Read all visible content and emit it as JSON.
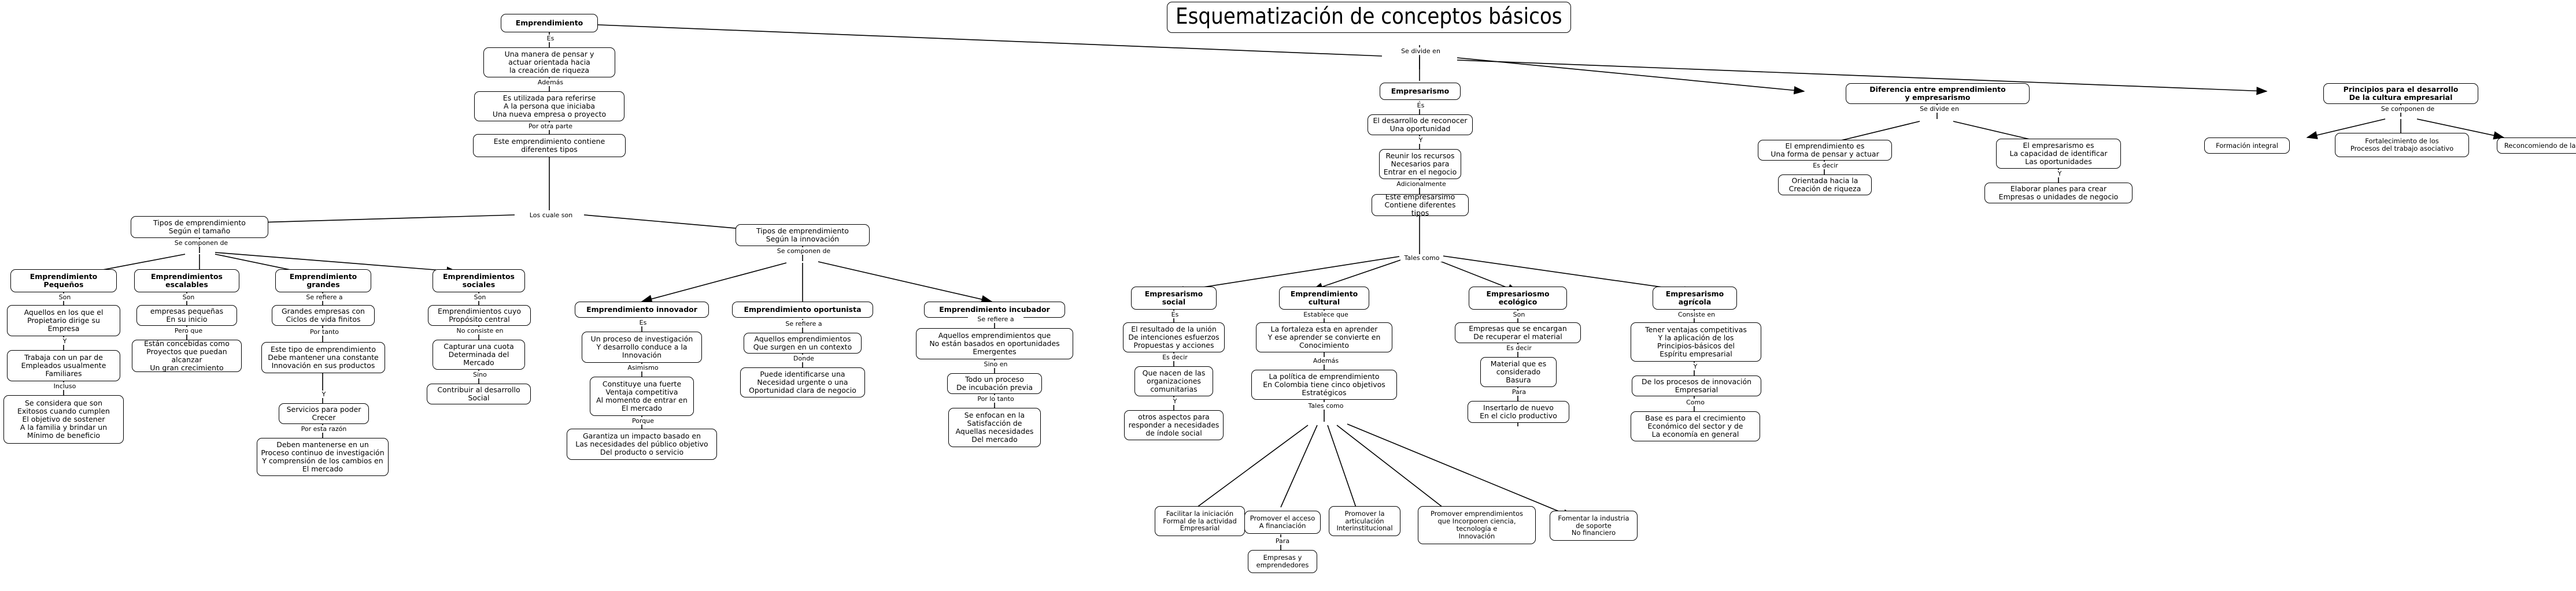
{
  "title": "Esquematización de conceptos básicos",
  "root": {
    "divide_label": "Se divide en"
  },
  "branches": {
    "emprendimiento": {
      "title": "Emprendimiento",
      "chain": [
        {
          "label": "Es",
          "text": "Una manera de pensar y\nactuar orientada hacia\nla creación de riqueza"
        },
        {
          "label": "Además",
          "text": "Es utilizada para referirse\nA la persona que iniciaba\nUna nueva empresa o proyecto"
        },
        {
          "label": "Por otra parte",
          "text": "Este emprendimiento contiene\ndiferentes tipos"
        }
      ],
      "split_label": "Los cuale son"
    },
    "tipos_tamano": {
      "title": "Tipos de emprendimiento\nSegún el tamaño",
      "split_label": "Se componen de",
      "columns": [
        {
          "title": "Emprendimiento\nPequeños",
          "chain": [
            {
              "label": "Son",
              "text": "Aquellos en los que el\nPropietario dirige su\nEmpresa"
            },
            {
              "label": "Y",
              "text": "Trabaja con un par de\nEmpleados usualmente\nFamiliares"
            },
            {
              "label": "Incluso",
              "text": "Se considera que son\nExitosos cuando cumplen\nEl objetivo de sostener\nA la familia y brindar un\nMínimo de beneficio"
            }
          ]
        },
        {
          "title": "Emprendimientos\nescalables",
          "chain": [
            {
              "label": "Son",
              "text": "empresas pequeñas\nEn su inicio"
            },
            {
              "label": "Pero que",
              "text": "Están concebidas como\nProyectos que puedan alcanzar\nUn gran crecimiento"
            }
          ]
        },
        {
          "title": "Emprendimiento\ngrandes",
          "chain": [
            {
              "label": "Se refiere a",
              "text": "Grandes empresas con\nCiclos de vida finitos"
            },
            {
              "label": "Por tanto",
              "text": "Este tipo de emprendimiento\nDebe mantener una constante\nInnovación en sus productos"
            },
            {
              "label": "Y",
              "text": "Servicios para poder\nCrecer"
            },
            {
              "label": "Por esta razón",
              "text": "Deben mantenerse en un\nProceso continuo de investigación\nY comprensión de los cambios en\nEl mercado"
            }
          ]
        },
        {
          "title": "Emprendimientos\nsociales",
          "chain": [
            {
              "label": "Son",
              "text": "Emprendimientos cuyo\nPropósito central"
            },
            {
              "label": "No consiste en",
              "text": "Capturar una cuota\nDeterminada del\nMercado"
            },
            {
              "label": "Sino",
              "text": "Contribuir al desarrollo\nSocial"
            }
          ]
        }
      ]
    },
    "tipos_innovacion": {
      "title": "Tipos de emprendimiento\nSegún la innovación",
      "split_label": "Se componen de",
      "columns": [
        {
          "title": "Emprendimiento innovador",
          "chain": [
            {
              "label": "Es",
              "text": "Un proceso de investigación\nY desarrollo conduce a la\nInnovación"
            },
            {
              "label": "Asimismo",
              "text": "Constituye una fuerte\nVentaja competitiva\nAl momento de entrar en\nEl mercado"
            },
            {
              "label": "Porque",
              "text": "Garantiza un impacto basado en\nLas necesidades del público objetivo\nDel producto o servicio"
            }
          ]
        },
        {
          "title": "Emprendimiento oportunista",
          "chain": [
            {
              "label": "Se refiere a",
              "text": "Aquellos emprendimientos\nQue surgen en un contexto"
            },
            {
              "label": "Donde",
              "text": "Puede identificarse una\nNecesidad urgente o una\nOportunidad clara de negocio"
            }
          ]
        },
        {
          "title": "Emprendimiento incubador",
          "chain": [
            {
              "label": "Se refiere a",
              "text": "Aquellos emprendimientos que\nNo están basados en oportunidades\nEmergentes"
            },
            {
              "label": "Sino en",
              "text": "Todo un proceso\nDe incubación previa"
            },
            {
              "label": "Por lo tanto",
              "text": "Se enfocan en la\nSatisfacción de\nAquellas necesidades\nDel mercado"
            }
          ]
        }
      ]
    },
    "empresarismo": {
      "title": "Empresarismo",
      "chain": [
        {
          "label": "Es",
          "text": "El desarrollo de reconocer\nUna oportunidad"
        },
        {
          "label": "Y",
          "text": "Reunir los recursos\nNecesarios para\nEntrar en el negocio"
        },
        {
          "label": "Adicionalmente",
          "text": "Este empresarsimo\nContiene diferentes tipos"
        }
      ],
      "split_label": "Tales como",
      "columns": [
        {
          "title": "Empresarismo\nsocial",
          "chain": [
            {
              "label": "Es",
              "text": "El resultado de la unión\nDe intenciones esfuerzos\nPropuestas y acciones"
            },
            {
              "label": "Es decir",
              "text": "Que nacen de las\norganizaciones\ncomunitarias"
            },
            {
              "label": "Y",
              "text": "otros aspectos para\nresponder a necesidades\nde índole social"
            }
          ]
        },
        {
          "title": "Emprendimiento\ncultural",
          "chain": [
            {
              "label": "Establece que",
              "text": "La fortaleza esta en aprender\nY ese aprender se convierte en\nConocimiento"
            },
            {
              "label": "Además",
              "text": "La política de emprendimiento\nEn Colombia tiene cinco objetivos\nEstratégicos"
            }
          ],
          "split_label": "Tales como",
          "objectives": [
            {
              "text": "Facilitar la iniciación\nFormal de la actividad\nEmpresarial"
            },
            {
              "text": "Promover el acceso\nA financiación",
              "label": "Para",
              "child": "Empresas y\nemprendedores"
            },
            {
              "text": "Promover la\narticulación\nInterinstitucional"
            },
            {
              "text": "Promover emprendimientos\nque Incorporen ciencia,\ntecnología e\nInnovación"
            },
            {
              "text": "Fomentar la industria\nde soporte\nNo financiero"
            }
          ]
        },
        {
          "title": "Empresariosmo\necológico",
          "chain": [
            {
              "label": "Son",
              "text": "Empresas que se encargan\nDe recuperar el material"
            },
            {
              "label": "Es decir",
              "text": "Material que es\nconsiderado\nBasura"
            },
            {
              "label": "Para",
              "text": "Insertarlo de nuevo\nEn el ciclo productivo"
            }
          ]
        },
        {
          "title": "Empresarismo\nagrícola",
          "chain": [
            {
              "label": "Consiste en",
              "text": "Tener ventajas competitivas\nY la aplicación de los\nPrincipios-básicos del\nEspíritu empresarial"
            },
            {
              "label": "Y",
              "text": "De los procesos de innovación\nEmpresarial"
            },
            {
              "label": "Como",
              "text": "Base es para el crecimiento\nEconómico del sector y de\nLa economía en general"
            }
          ]
        }
      ]
    },
    "diferencia": {
      "title": "Diferencia entre emprendimiento\ny empresarismo",
      "split_label": "Se divide en",
      "left": {
        "text": "El emprendimiento es\nUna forma de pensar y actuar",
        "label": "Es decir",
        "child": "Orientada hacia la\nCreación de riqueza"
      },
      "right": {
        "text": "El empresarismo es\nLa capacidad de identificar\nLas oportunidades",
        "label": "Y",
        "child": "Elaborar planes para crear\nEmpresas o unidades de negocio"
      }
    },
    "principios": {
      "title": "Principios para el desarrollo\nDe la cultura empresarial",
      "split_label": "Se componen de",
      "items": [
        "Formación integral",
        "Fortalecimiento de los\nProcesos del trabajo asociativo",
        "Reconcomiendo de la conciencia"
      ]
    }
  }
}
